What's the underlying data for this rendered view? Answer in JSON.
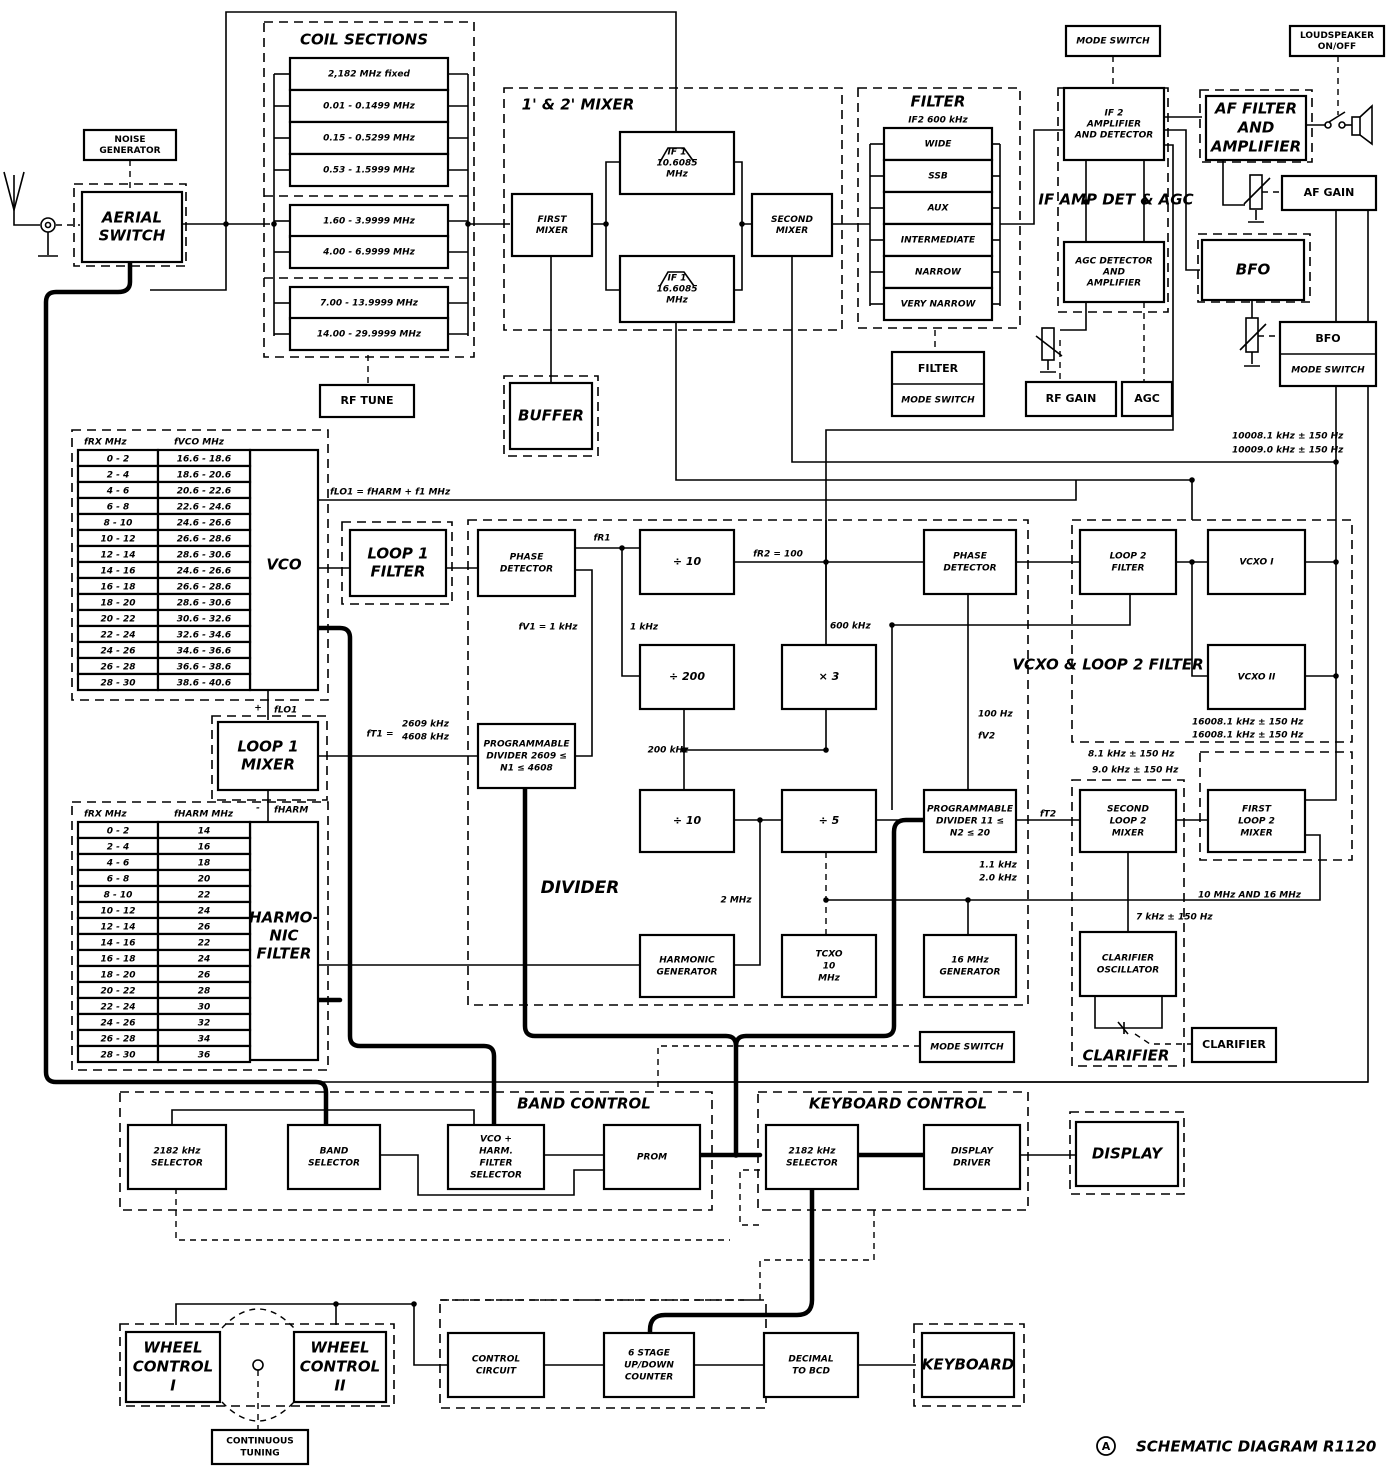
{
  "title": "SCHEMATIC DIAGRAM R1120",
  "title_marker": "A",
  "groups": {
    "coil_sections": "COIL SECTIONS",
    "mixer": "1' & 2' MIXER",
    "filter": "FILTER",
    "if_amp": "IF AMP DET & AGC",
    "divider": "DIVIDER",
    "vcxo_loop2": "VCXO & LOOP 2 FILTER",
    "clarifier": "CLARIFIER",
    "band_control": "BAND CONTROL",
    "keyboard_control": "KEYBOARD CONTROL"
  },
  "coil_sections": [
    "2,182 MHz fixed",
    "0.01 - 0.1499 MHz",
    "0.15 - 0.5299 MHz",
    "0.53 - 1.5999 MHz",
    "1.60 - 3.9999 MHz",
    "4.00 - 6.9999 MHz",
    "7.00 - 13.9999 MHz",
    "14.00 - 29.9999 MHz"
  ],
  "filter": {
    "header": "IF2 600 kHz",
    "items": [
      "WIDE",
      "SSB",
      "AUX",
      "INTERMEDIATE",
      "NARROW",
      "VERY NARROW"
    ]
  },
  "blocks": {
    "noise_generator": "NOISE GENERATOR",
    "aerial_switch": "AERIAL SWITCH",
    "rf_tune": "RF TUNE",
    "buffer": "BUFFER",
    "first_mixer": "FIRST MIXER",
    "if1_top": "IF 1 10.6085 MHz",
    "if1_bottom": "IF 1 16.6085 MHz",
    "second_mixer": "SECOND MIXER",
    "filter_mode_switch_top": "FILTER",
    "filter_mode_switch_bottom": "MODE SWITCH",
    "mode_switch_top": "MODE SWITCH",
    "if2_amp": "IF 2 AMPLIFIER AND DETECTOR",
    "agc_detector": "AGC DETECTOR AND AMPLIFIER",
    "rf_gain_left": "RF GAIN",
    "agc": "AGC",
    "af_filter": "AF FILTER AND AMPLIFIER",
    "loudspeaker": "LOUDSPEAKER ON/OFF",
    "af_gain": "AF GAIN",
    "bfo": "BFO",
    "bfo_switch_top": "BFO",
    "bfo_switch_bottom": "MODE SWITCH",
    "vco": "VCO",
    "loop1_filter": "LOOP 1 FILTER",
    "phase_detector_1": "PHASE DETECTOR",
    "div10_top": "÷ 10",
    "div200": "÷ 200",
    "mult3": "× 3",
    "phase_detector_2": "PHASE DETECTOR",
    "loop1_mixer": "LOOP 1 MIXER",
    "prog_divider_1": "PROGRAMMABLE DIVIDER 2609 ≤ N1 ≤ 4608",
    "div10_bottom": "÷ 10",
    "div5": "÷ 5",
    "prog_divider_2": "PROGRAMMABLE DIVIDER 11 ≤ N2 ≤ 20",
    "harmonic_generator": "HARMONIC GENERATOR",
    "tcxo": "TCXO 10 MHz",
    "gen16": "16 MHz GENERATOR",
    "harmonic_filter": "HARMO- NIC FILTER",
    "loop2_filter": "LOOP 2 FILTER",
    "vcxo1": "VCXO I",
    "vcxo2": "VCXO II",
    "second_loop2_mixer": "SECOND LOOP 2 MIXER",
    "first_loop2_mixer": "FIRST LOOP 2 MIXER",
    "clarifier_osc": "CLARIFIER OSCILLATOR",
    "clarifier_ctrl": "CLARIFIER",
    "mode_switch_mid": "MODE SWITCH",
    "sel_2182": "2182 kHz SELECTOR",
    "band_selector": "BAND SELECTOR",
    "vco_harm_selector": "VCO + HARM. FILTER SELECTOR",
    "prom": "PROM",
    "kb_2182_selector": "2182 kHz SELECTOR",
    "display_driver": "DISPLAY DRIVER",
    "display": "DISPLAY",
    "wheel1": "WHEEL CONTROL I",
    "wheel2": "WHEEL CONTROL II",
    "continuous_tuning": "CONTINUOUS TUNING",
    "control_circuit": "CONTROL CIRCUIT",
    "counter": "6 STAGE UP/DOWN COUNTER",
    "decimal_bcd": "DECIMAL TO BCD",
    "keyboard": "KEYBOARD"
  },
  "vco_table": {
    "headers": [
      "fRX MHz",
      "fVCO MHz"
    ],
    "rows": [
      [
        "0 - 2",
        "16.6 - 18.6"
      ],
      [
        "2 - 4",
        "18.6 - 20.6"
      ],
      [
        "4 - 6",
        "20.6 - 22.6"
      ],
      [
        "6 - 8",
        "22.6 - 24.6"
      ],
      [
        "8 - 10",
        "24.6 - 26.6"
      ],
      [
        "10 - 12",
        "26.6 - 28.6"
      ],
      [
        "12 - 14",
        "28.6 - 30.6"
      ],
      [
        "14 - 16",
        "24.6 - 26.6"
      ],
      [
        "16 - 18",
        "26.6 - 28.6"
      ],
      [
        "18 - 20",
        "28.6 - 30.6"
      ],
      [
        "20 - 22",
        "30.6 - 32.6"
      ],
      [
        "22 - 24",
        "32.6 - 34.6"
      ],
      [
        "24 - 26",
        "34.6 - 36.6"
      ],
      [
        "26 - 28",
        "36.6 - 38.6"
      ],
      [
        "28 - 30",
        "38.6 - 40.6"
      ]
    ]
  },
  "harm_table": {
    "headers": [
      "fRX MHz",
      "fHARM MHz"
    ],
    "rows": [
      [
        "0 - 2",
        "14"
      ],
      [
        "2 - 4",
        "16"
      ],
      [
        "4 - 6",
        "18"
      ],
      [
        "6 - 8",
        "20"
      ],
      [
        "8 - 10",
        "22"
      ],
      [
        "10 - 12",
        "24"
      ],
      [
        "12 - 14",
        "26"
      ],
      [
        "14 - 16",
        "22"
      ],
      [
        "16 - 18",
        "24"
      ],
      [
        "18 - 20",
        "26"
      ],
      [
        "20 - 22",
        "28"
      ],
      [
        "22 - 24",
        "30"
      ],
      [
        "24 - 26",
        "32"
      ],
      [
        "26 - 28",
        "34"
      ],
      [
        "28 - 30",
        "36"
      ]
    ]
  },
  "signals": {
    "flo1": "fLO1 = fHARM + f1 MHz",
    "fr1": "fR1",
    "fr2": "fR2 = 100",
    "fv1": "fV1 = 1 kHz",
    "one_khz": "1 kHz",
    "khz600": "600 kHz",
    "khz200": "200 kHz",
    "mhz2": "2 MHz",
    "hz100": "100 Hz",
    "fv2": "fV2",
    "ft1_a": "2609 kHz",
    "ft1_b": "4608 kHz",
    "ft1": "fT1 =",
    "flo1_small": "fLO1",
    "fharm_small": "fHARM",
    "plus": "+",
    "minus": "-",
    "ft2": "fT2",
    "khz_a": "1.1 kHz",
    "khz_b": "2.0 kHz",
    "mhz_10_16": "10 MHz AND 16 MHz",
    "clar_freq": "7 kHz ± 150 Hz",
    "vcxo_a": "16008.1 kHz ± 150 Hz",
    "vcxo_b": "16008.1 kHz ± 150 Hz",
    "loop2_a": "8.1 kHz ± 150 Hz",
    "loop2_b": "9.0 kHz ± 150 Hz",
    "top_a": "10008.1 kHz ± 150 Hz",
    "top_b": "10009.0 kHz ± 150 Hz"
  }
}
